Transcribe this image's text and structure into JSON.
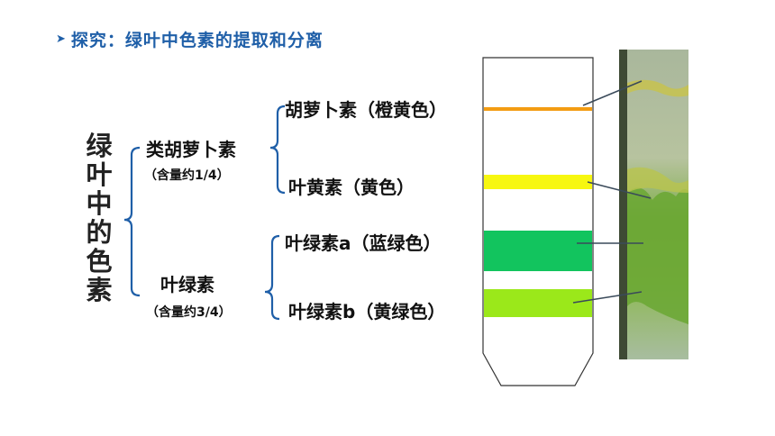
{
  "header": {
    "arrow_icon": "triangle-bullet-icon",
    "title": "探究：绿叶中色素的提取和分离"
  },
  "root_label": [
    "绿",
    "叶",
    "中",
    "的",
    "色",
    "素"
  ],
  "groups": [
    {
      "name": "类胡萝卜素",
      "content": "（含量约1/4）"
    },
    {
      "name": "叶绿素",
      "content": "（含量约3/4）"
    }
  ],
  "pigments": [
    {
      "label": "胡萝卜素（橙黄色）",
      "color": "#f39c12"
    },
    {
      "label": "叶黄素（黄色）",
      "color": "#f7f710"
    },
    {
      "label": "叶绿素a（蓝绿色）",
      "color": "#12c45e"
    },
    {
      "label": "叶绿素b（黄绿色）",
      "color": "#9be81a"
    }
  ],
  "colors": {
    "title": "#1f5fa8",
    "bracket": "#1f5fa8",
    "tube_outline": "#333333"
  }
}
